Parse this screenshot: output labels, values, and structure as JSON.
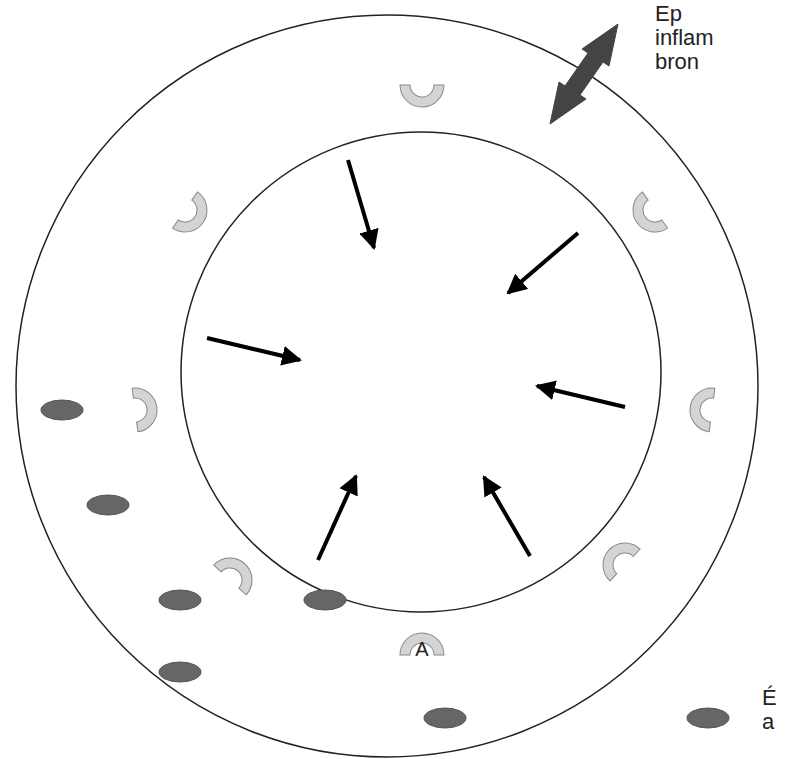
{
  "diagram": {
    "labels": [
      "Ep inflam bron",
      "A",
      "É a"
    ]
  }
}
